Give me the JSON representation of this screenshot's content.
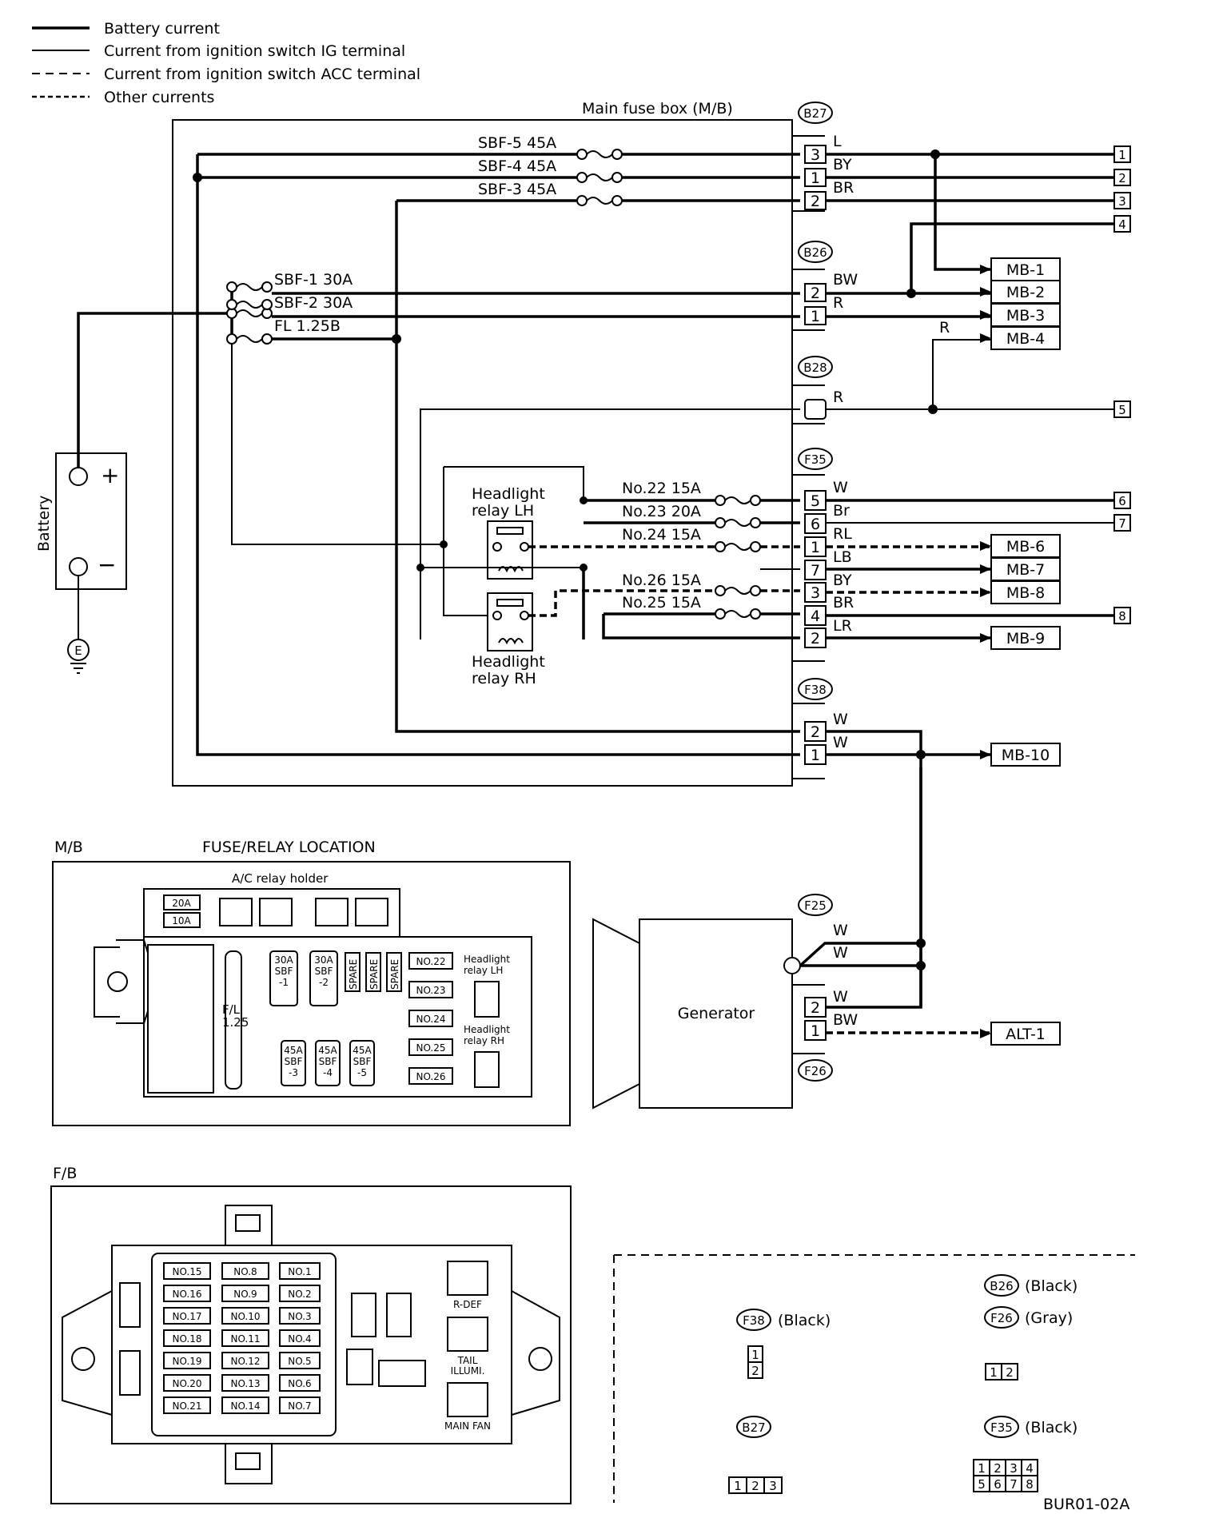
{
  "legend": {
    "battery": "Battery current",
    "ig": "Current from ignition switch IG terminal",
    "acc": "Current from ignition switch ACC terminal",
    "other": "Other currents"
  },
  "main_fuse_box": {
    "title": "Main fuse box (M/B)",
    "fuses": {
      "sbf5": "SBF-5 45A",
      "sbf4": "SBF-4 45A",
      "sbf3": "SBF-3 45A",
      "sbf1": "SBF-1 30A",
      "sbf2": "SBF-2 30A",
      "fl": "FL 1.25B",
      "no22": "No.22 15A",
      "no23": "No.23 20A",
      "no24": "No.24 15A",
      "no26": "No.26 15A",
      "no25": "No.25 15A"
    }
  },
  "connectors": {
    "b27": "B27",
    "b26": "B26",
    "b28": "B28",
    "f35": "F35",
    "f38": "F38",
    "f25": "F25",
    "f26": "F26"
  },
  "pins": {
    "b27_3": "3",
    "b27_1": "1",
    "b27_2": "2",
    "b26_2": "2",
    "b26_1": "1",
    "f35_5": "5",
    "f35_6": "6",
    "f35_1": "1",
    "f35_7": "7",
    "f35_3": "3",
    "f35_4": "4",
    "f35_2": "2",
    "f38_2": "2",
    "f38_1": "1",
    "f26_2": "2",
    "f26_1": "1"
  },
  "wire_colors": {
    "l": "L",
    "by": "BY",
    "br": "BR",
    "bw": "BW",
    "r": "R",
    "r2": "R",
    "r3": "R",
    "w": "W",
    "brn": "Br",
    "rl": "RL",
    "lb": "LB",
    "by2": "BY",
    "br2": "BR",
    "lr": "LR",
    "w2": "W",
    "w3": "W",
    "w4": "W",
    "w5": "W",
    "w6": "W",
    "bw2": "BW"
  },
  "destinations": {
    "mb1": "MB-1",
    "mb2": "MB-2",
    "mb3": "MB-3",
    "mb4": "MB-4",
    "mb6": "MB-6",
    "mb7": "MB-7",
    "mb8": "MB-8",
    "mb9": "MB-9",
    "mb10": "MB-10",
    "alt1": "ALT-1"
  },
  "ref_numbers": [
    "1",
    "2",
    "3",
    "4",
    "5",
    "6",
    "7",
    "8"
  ],
  "components": {
    "battery": "Battery",
    "plus": "+",
    "minus": "−",
    "ground": "E",
    "relay_lh_1": "Headlight",
    "relay_lh_2": "relay LH",
    "relay_rh_1": "Headlight",
    "relay_rh_2": "relay RH",
    "generator": "Generator"
  },
  "mb_location": {
    "title": "M/B",
    "subtitle": "FUSE/RELAY LOCATION",
    "ac_relay": "A/C relay holder",
    "small_fuses": [
      "20A",
      "10A"
    ],
    "fl_1": "F/L",
    "fl_2": "1.25",
    "sbf_top": [
      [
        "30A",
        "SBF",
        "-1"
      ],
      [
        "30A",
        "SBF",
        "-2"
      ]
    ],
    "spares": [
      "SPARE",
      "SPARE",
      "SPARE"
    ],
    "sbf_bottom": [
      [
        "45A",
        "SBF",
        "-3"
      ],
      [
        "45A",
        "SBF",
        "-4"
      ],
      [
        "45A",
        "SBF",
        "-5"
      ]
    ],
    "fuse_nos": [
      "NO.22",
      "NO.23",
      "NO.24",
      "NO.25",
      "NO.26"
    ],
    "relay_lh_1": "Headlight",
    "relay_lh_2": "relay LH",
    "relay_rh_1": "Headlight",
    "relay_rh_2": "relay RH"
  },
  "fb_location": {
    "title": "F/B",
    "col1": [
      "NO.15",
      "NO.16",
      "NO.17",
      "NO.18",
      "NO.19",
      "NO.20",
      "NO.21"
    ],
    "col2": [
      "NO.8",
      "NO.9",
      "NO.10",
      "NO.11",
      "NO.12",
      "NO.13",
      "NO.14"
    ],
    "col3": [
      "NO.1",
      "NO.2",
      "NO.3",
      "NO.4",
      "NO.5",
      "NO.6",
      "NO.7"
    ],
    "rdef": "R-DEF",
    "tail_1": "TAIL",
    "tail_2": "ILLUMI.",
    "main_fan": "MAIN FAN"
  },
  "connector_views": {
    "b26": "B26",
    "b26_color": "(Black)",
    "f26": "F26",
    "f26_color": "(Gray)",
    "f38": "F38",
    "f38_color": "(Black)",
    "b27": "B27",
    "f35": "F35",
    "f35_color": "(Black)",
    "f38_pins": [
      "1",
      "2"
    ],
    "f26_pins": [
      "1",
      "2"
    ],
    "b27_pins": [
      "1",
      "2",
      "3"
    ],
    "f35_pins_top": [
      "1",
      "2",
      "3",
      "4"
    ],
    "f35_pins_bottom": [
      "5",
      "6",
      "7",
      "8"
    ]
  },
  "figure_code": "BUR01-02A"
}
